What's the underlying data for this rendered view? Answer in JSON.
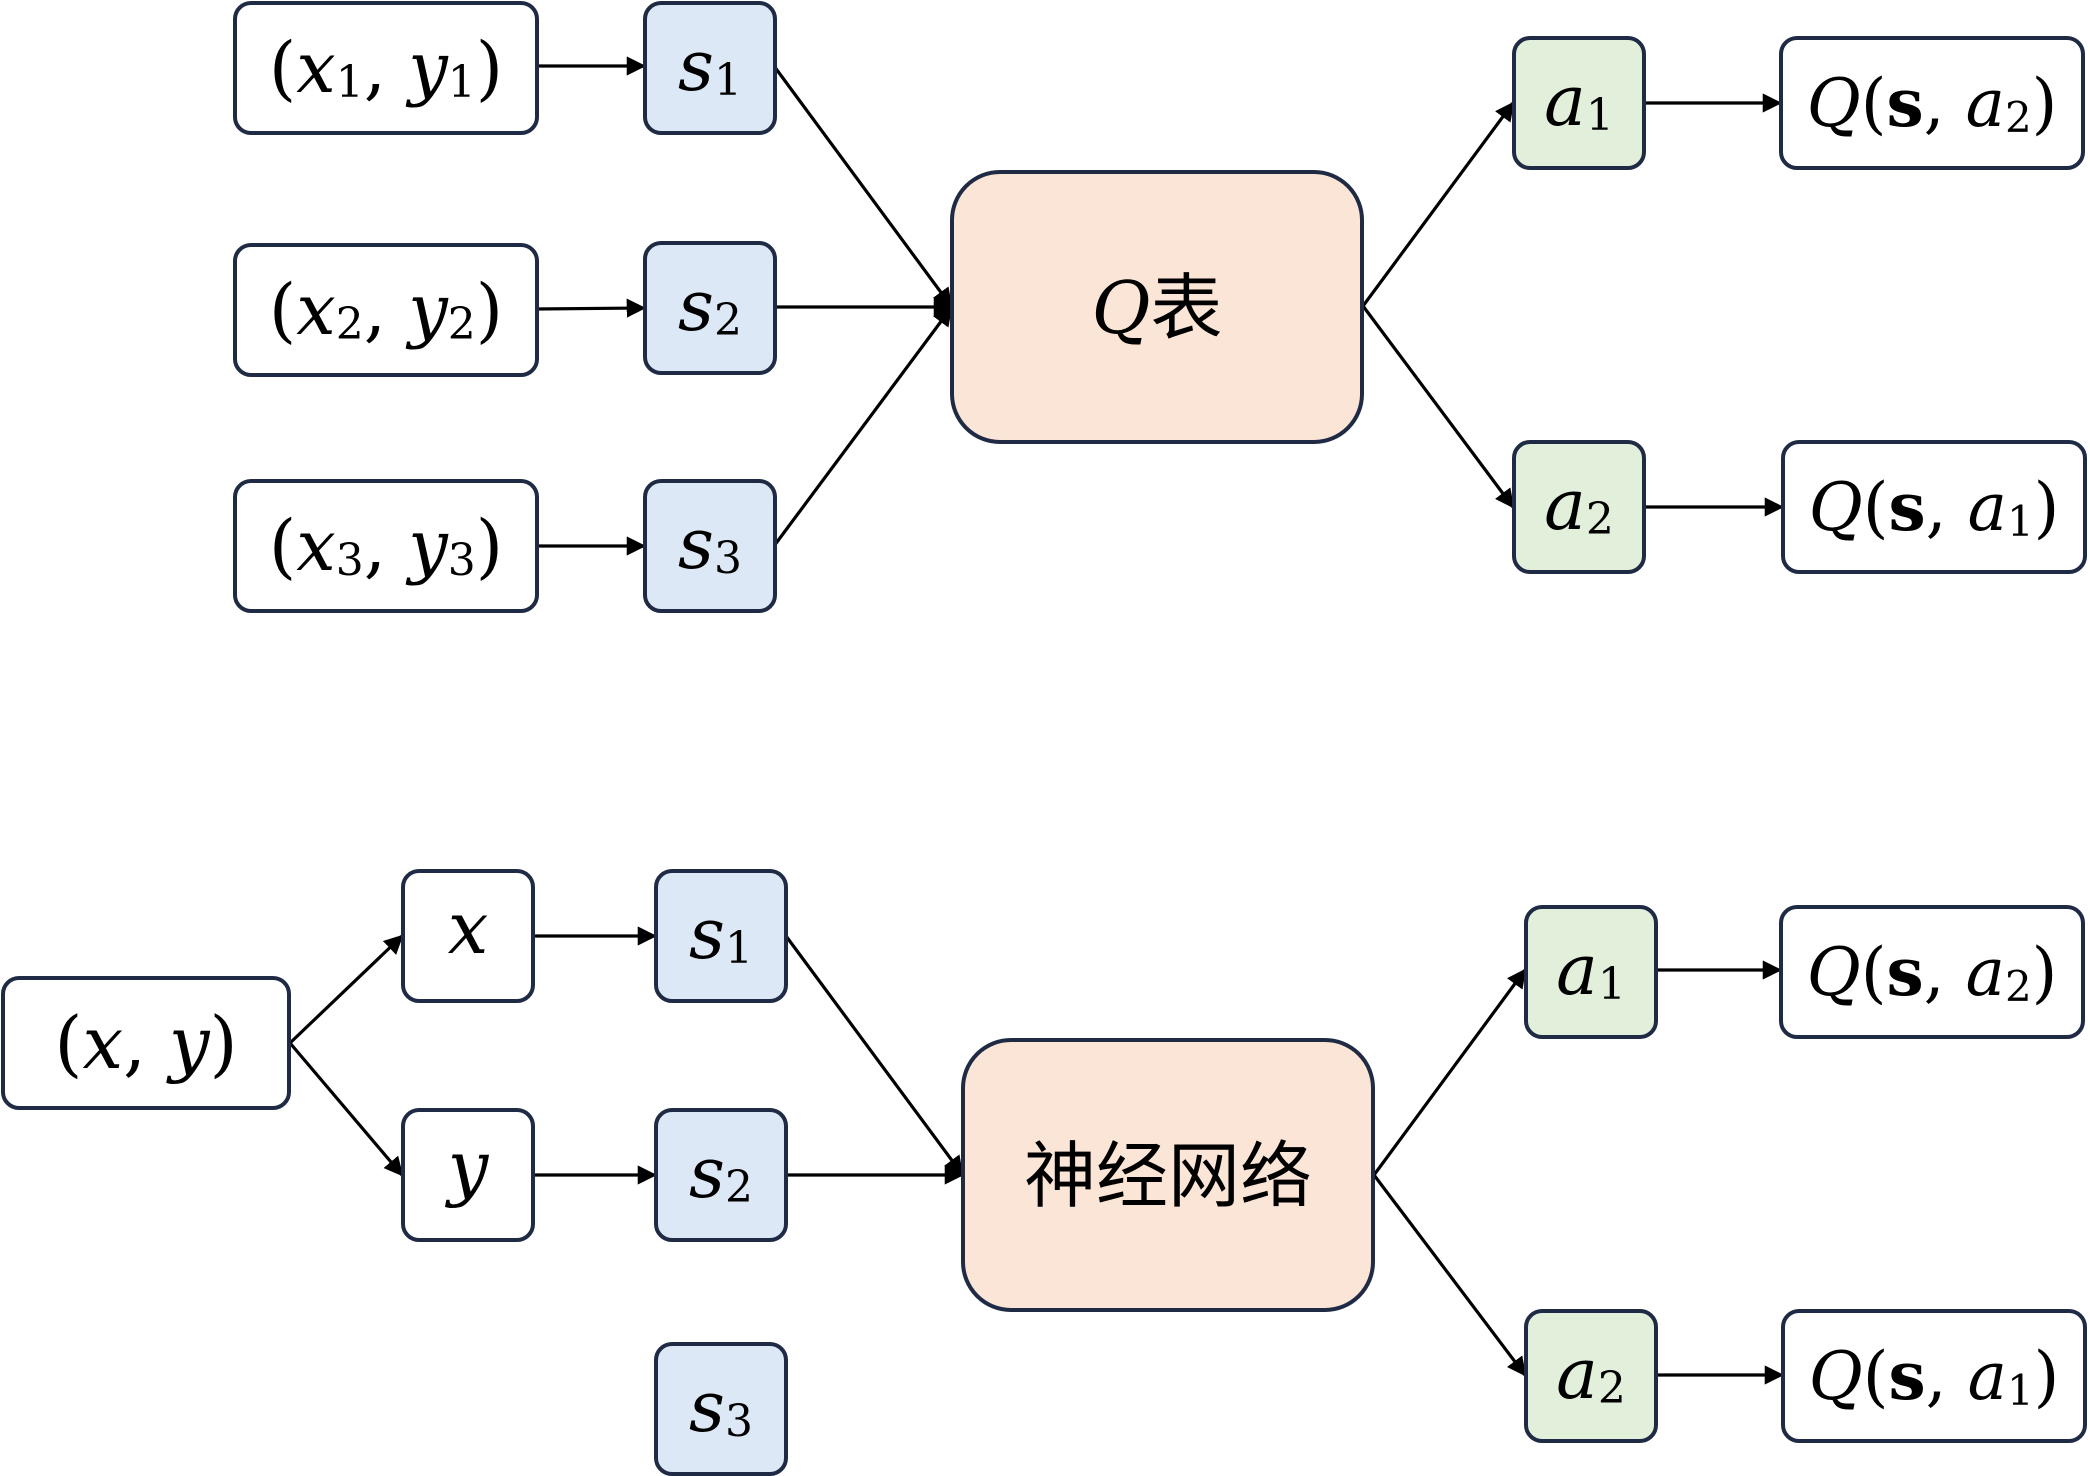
{
  "top": {
    "inputs": [
      {
        "x": "x",
        "xsub": "1",
        "y": "y",
        "ysub": "1"
      },
      {
        "x": "x",
        "xsub": "2",
        "y": "y",
        "ysub": "2"
      },
      {
        "x": "x",
        "xsub": "3",
        "y": "y",
        "ysub": "3"
      }
    ],
    "states": [
      {
        "base": "s",
        "sub": "1"
      },
      {
        "base": "s",
        "sub": "2"
      },
      {
        "base": "s",
        "sub": "3"
      }
    ],
    "center": {
      "math": "Q",
      "text": "表"
    },
    "actions": [
      {
        "base": "a",
        "sub": "1"
      },
      {
        "base": "a",
        "sub": "2"
      }
    ],
    "outputs": [
      {
        "Q": "Q",
        "s": "s",
        "a": "a",
        "sub": "2"
      },
      {
        "Q": "Q",
        "s": "s",
        "a": "a",
        "sub": "1"
      }
    ]
  },
  "bottom": {
    "input": {
      "x": "x",
      "y": "y"
    },
    "coords": [
      {
        "label": "x"
      },
      {
        "label": "y"
      }
    ],
    "states": [
      {
        "base": "s",
        "sub": "1"
      },
      {
        "base": "s",
        "sub": "2"
      },
      {
        "base": "s",
        "sub": "3"
      }
    ],
    "center": {
      "text": "神经网络"
    },
    "actions": [
      {
        "base": "a",
        "sub": "1"
      },
      {
        "base": "a",
        "sub": "2"
      }
    ],
    "outputs": [
      {
        "Q": "Q",
        "s": "s",
        "a": "a",
        "sub": "2"
      },
      {
        "Q": "Q",
        "s": "s",
        "a": "a",
        "sub": "1"
      }
    ]
  }
}
